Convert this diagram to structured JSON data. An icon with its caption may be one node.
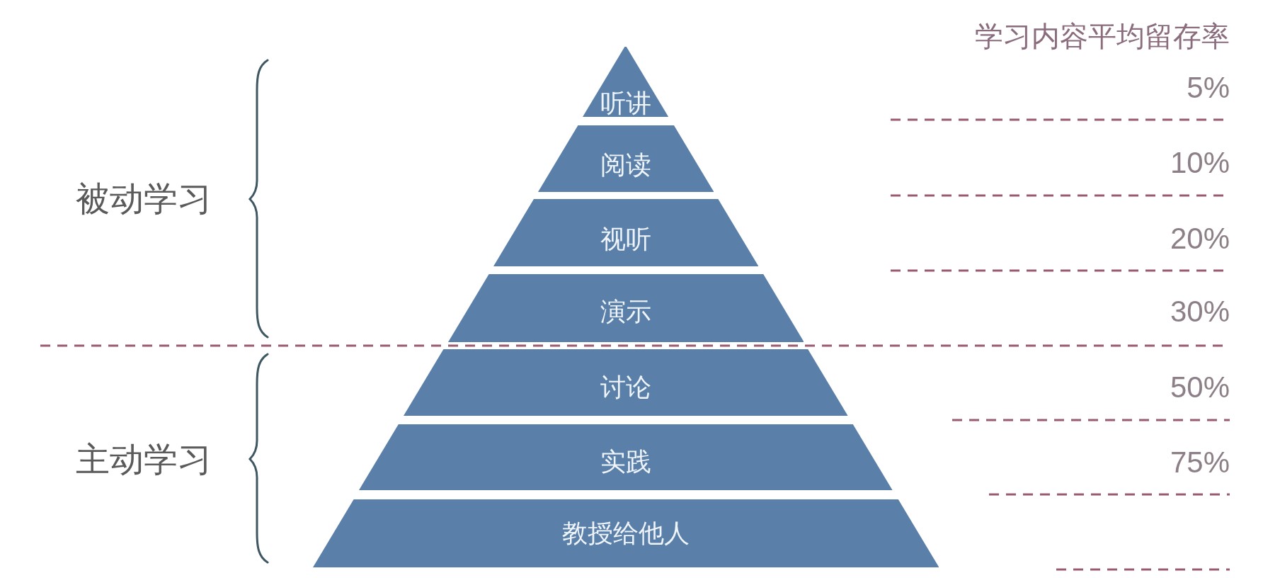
{
  "diagram": {
    "nodes": [
      {
        "text": [
          "听讲"
        ]
      },
      {
        "text": [
          "阅读"
        ]
      },
      {
        "text": [
          "视听"
        ]
      },
      {
        "text": [
          "演示"
        ]
      },
      {
        "text": [
          "讨论"
        ]
      },
      {
        "text": [
          "实践"
        ]
      },
      {
        "text": [
          "教授给他人"
        ]
      }
    ],
    "labels": [
      "学习内容平均留存率",
      "5%",
      "10%",
      "被动学习",
      "20%",
      "30%",
      "50%",
      "主动学习",
      "75%"
    ]
  }
}
